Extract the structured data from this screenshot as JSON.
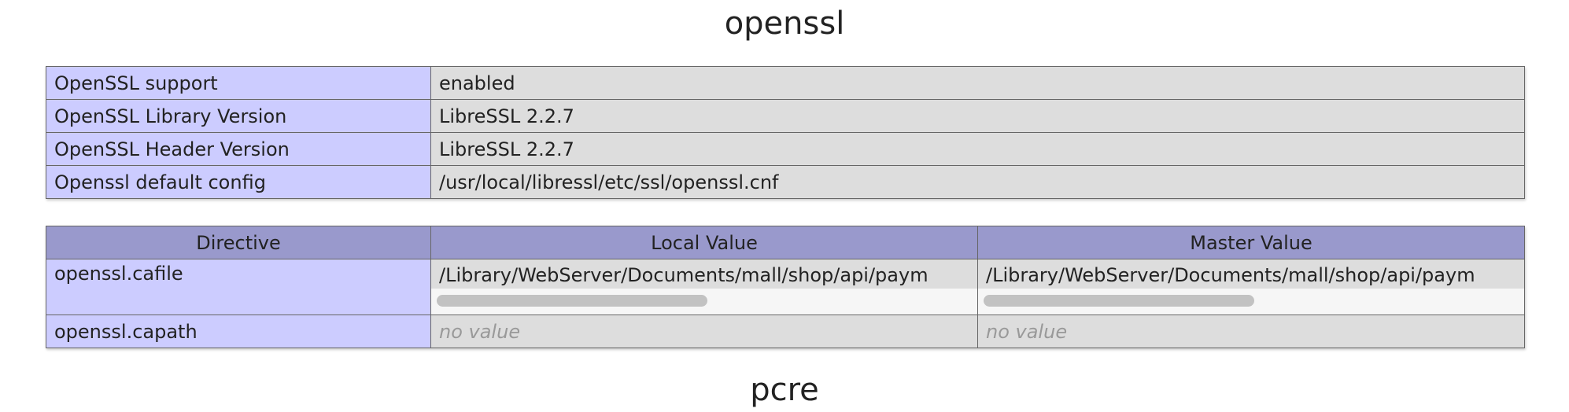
{
  "sections": [
    {
      "title": "openssl"
    },
    {
      "title": "pcre"
    }
  ],
  "openssl_info": {
    "rows": [
      {
        "label": "OpenSSL support",
        "value": "enabled"
      },
      {
        "label": "OpenSSL Library Version",
        "value": "LibreSSL 2.2.7"
      },
      {
        "label": "OpenSSL Header Version",
        "value": "LibreSSL 2.2.7"
      },
      {
        "label": "Openssl default config",
        "value": "/usr/local/libressl/etc/ssl/openssl.cnf"
      }
    ]
  },
  "directives": {
    "headers": [
      "Directive",
      "Local Value",
      "Master Value"
    ],
    "rows": [
      {
        "directive": "openssl.cafile",
        "local": "/Library/WebServer/Documents/mall/shop/api/paym",
        "master": "/Library/WebServer/Documents/mall/shop/api/paym"
      },
      {
        "directive": "openssl.capath",
        "local": "no value",
        "master": "no value"
      }
    ]
  }
}
